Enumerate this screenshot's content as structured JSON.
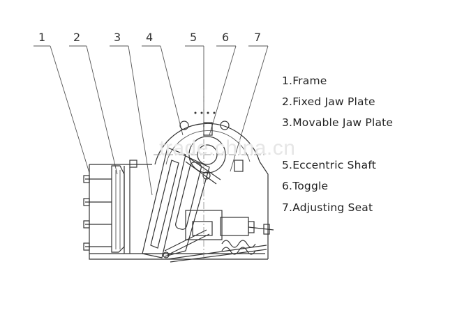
{
  "callout_numbers": [
    "1",
    "2",
    "3",
    "4",
    "5",
    "6",
    "7"
  ],
  "legend": [
    "1.Frame",
    "2.Fixed Jaw Plate",
    "3.Movable Jaw Plate",
    "5.Eccentric Shaft",
    "6.Toggle",
    "7.Adjusting Seat"
  ],
  "watermark": "trade.china.cn"
}
